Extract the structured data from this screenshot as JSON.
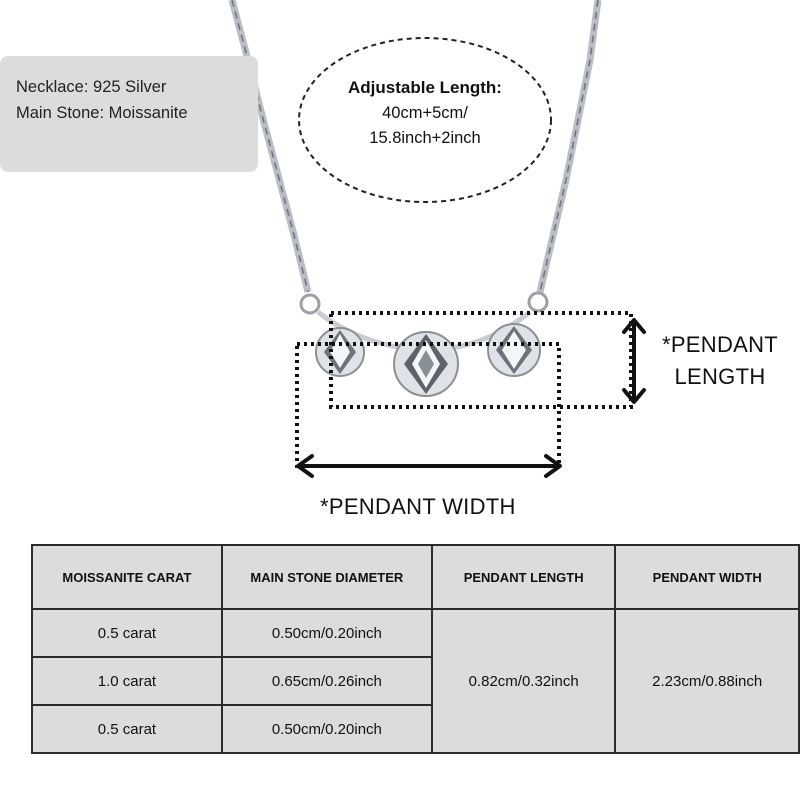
{
  "info": {
    "necklace": "Necklace: 925 Silver",
    "stone": "Main Stone: Moissanite"
  },
  "adjustable": {
    "title": "Adjustable Length:",
    "line1": "40cm+5cm/",
    "line2": "15.8inch+2inch"
  },
  "labels": {
    "pendant_length_1": "*PENDANT",
    "pendant_length_2": "LENGTH",
    "pendant_width": "*PENDANT WIDTH"
  },
  "table": {
    "headers": [
      "MOISSANITE CARAT",
      "MAIN STONE DIAMETER",
      "PENDANT LENGTH",
      "PENDANT WIDTH"
    ],
    "rows": [
      {
        "carat": "0.5 carat",
        "diameter": "0.50cm/0.20inch"
      },
      {
        "carat": "1.0 carat",
        "diameter": "0.65cm/0.26inch"
      },
      {
        "carat": "0.5 carat",
        "diameter": "0.50cm/0.20inch"
      }
    ],
    "pendant_length": "0.82cm/0.32inch",
    "pendant_width": "2.23cm/0.88inch"
  }
}
